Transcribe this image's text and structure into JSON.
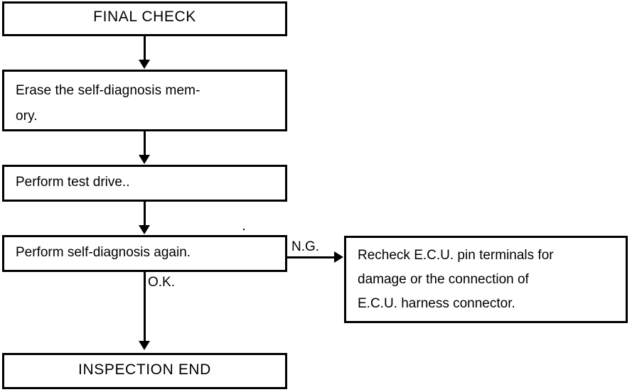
{
  "diagram": {
    "title": "FINAL CHECK",
    "type": "flowchart",
    "orientation": "top-to-bottom",
    "nodes": [
      {
        "id": "final-check",
        "label": "FINAL CHECK",
        "shape": "rectangle",
        "role": "header"
      },
      {
        "id": "erase-memory",
        "label": "Erase the self-diagnosis mem-\nory.",
        "shape": "rectangle",
        "role": "step"
      },
      {
        "id": "test-drive",
        "label": "Perform test drive..",
        "shape": "rectangle",
        "role": "step"
      },
      {
        "id": "self-diagnosis",
        "label": "Perform self-diagnosis again.",
        "shape": "rectangle",
        "role": "decision-step"
      },
      {
        "id": "recheck-ecu",
        "label": "Recheck E.C.U. pin terminals for\ndamage or the connection of\nE.C.U. harness connector.",
        "shape": "rectangle",
        "role": "step"
      },
      {
        "id": "inspection-end",
        "label": "INSPECTION END",
        "shape": "rectangle",
        "role": "terminator"
      }
    ],
    "edges": [
      {
        "id": "e1",
        "from": "final-check",
        "to": "erase-memory",
        "label": "",
        "direction": "down"
      },
      {
        "id": "e2",
        "from": "erase-memory",
        "to": "test-drive",
        "label": "",
        "direction": "down"
      },
      {
        "id": "e3",
        "from": "test-drive",
        "to": "self-diagnosis",
        "label": "",
        "direction": "down"
      },
      {
        "id": "e4",
        "from": "self-diagnosis",
        "to": "inspection-end",
        "label": "O.K.",
        "direction": "down"
      },
      {
        "id": "e5",
        "from": "self-diagnosis",
        "to": "recheck-ecu",
        "label": "N.G.",
        "direction": "right"
      }
    ],
    "colors": {
      "background": "#ffffff",
      "stroke": "#000000",
      "text": "#000000"
    }
  }
}
